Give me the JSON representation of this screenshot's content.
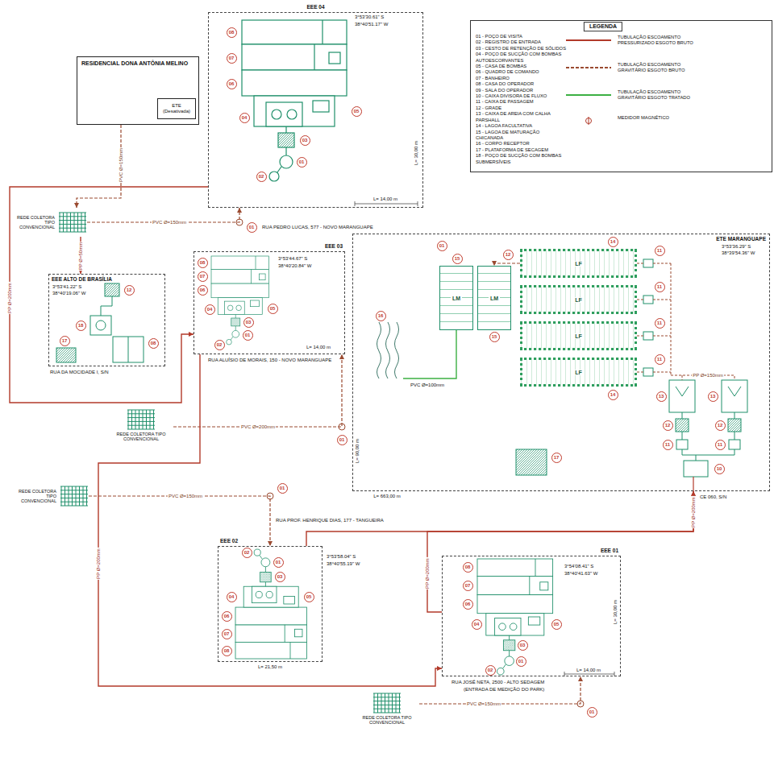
{
  "diagram": {
    "nodes": [
      {
        "text": [
          "RESIDENCIAL DONA ANTÔNIA MELINO"
        ]
      },
      {
        "text": [
          "ETE (Desativada)"
        ],
        "in": 0
      },
      {
        "text": [
          "EEE 04"
        ]
      },
      {
        "text": [
          "REDE COLETORA TIPO CONVENCIONAL"
        ]
      },
      {
        "text": [
          "EEE ALTO DE BRASÍLIA"
        ]
      },
      {
        "text": [
          "EEE 03"
        ]
      },
      {
        "text": [
          "REDE COLETORA TIPO CONVENCIONAL"
        ]
      },
      {
        "text": [
          "REDE COLETORA TIPO CONVENCIONAL"
        ]
      },
      {
        "text": [
          "ETE MARANGUAPE"
        ]
      },
      {
        "text": [
          "LF"
        ],
        "in": 8
      },
      {
        "text": [
          "LF"
        ],
        "in": 8
      },
      {
        "text": [
          "LF"
        ],
        "in": 8
      },
      {
        "text": [
          "LF"
        ],
        "in": 8
      },
      {
        "text": [
          "LM"
        ],
        "in": 8
      },
      {
        "text": [
          "LM"
        ],
        "in": 8
      },
      {
        "text": [
          "EEE 02"
        ]
      },
      {
        "text": [
          "EEE 01"
        ]
      },
      {
        "text": [
          "REDE COLETORA TIPO CONVENCIONAL"
        ]
      }
    ],
    "edges": [
      {
        "from": 0,
        "to": 3,
        "arrow": "to",
        "label": "PVC Ø=150mm"
      },
      {
        "from": 3,
        "to": 2,
        "arrow": "to",
        "label": "PVC Ø=150mm"
      },
      {
        "from": 3,
        "to": 4,
        "arrow": "to",
        "label": "PP Ø=50mm"
      },
      {
        "from": 2,
        "to": 5,
        "arrow": "to",
        "label": "PP Ø=200mm"
      },
      {
        "from": 6,
        "to": 5,
        "arrow": "to",
        "label": "PVC Ø=200mm"
      },
      {
        "from": 5,
        "to": 16,
        "arrow": "to",
        "label": "PP Ø=200mm"
      },
      {
        "from": 7,
        "to": 15,
        "arrow": "to",
        "label": "PVC Ø=150mm"
      },
      {
        "from": 15,
        "to": 8,
        "arrow": "to",
        "label": "PP Ø=200mm"
      },
      {
        "from": 16,
        "to": 8,
        "arrow": "to",
        "label": "PP Ø=200mm"
      },
      {
        "from": 17,
        "to": 16,
        "arrow": "to",
        "label": "PVC Ø=150mm"
      },
      {
        "from": 9,
        "to": 14,
        "arrow": "to"
      }
    ],
    "labels": [
      "LEGENDA",
      "08",
      "07",
      "06",
      "05",
      "04",
      "03",
      "01",
      "02",
      "3°53'30.61\" S",
      "38°40'51.17\" W",
      "L= 14,00 m",
      "L= 30,00 m",
      "01",
      "RUA PEDRO LUCAS, 577 - NOVO MARANGUAPE",
      "3°53'41.22\" S",
      "38°40'19.06\" W",
      "12",
      "18",
      "17",
      "08",
      "RUA DA MOCIDADE I, S/N",
      "08",
      "07",
      "06",
      "05",
      "04",
      "03",
      "01",
      "02",
      "3°53'44.67\" S",
      "38°40'20.84\" W",
      "L= 14,00 m",
      "RUA ALUÍSIO DE MORAIS, 150 - NOVO MARANGUAPE",
      "01",
      "3°53'36.29\" S",
      "38°39'54.36\" W",
      "13",
      "13",
      "12",
      "12",
      "11",
      "11",
      "10",
      "11",
      "11",
      "11",
      "11",
      "14",
      "14",
      "15",
      "15",
      "01",
      "12",
      "16",
      "PVC Ø=100mm",
      "17",
      "CE 060, S/N",
      "L= 663,00 m",
      "L= 90,00 m",
      "PP Ø=150mm",
      "01",
      "02",
      "03",
      "04",
      "05",
      "06",
      "07",
      "08",
      "3°53'58.04\" S",
      "38°40'55.19\" W",
      "L= 21,50 m",
      "RUA PROF. HENRIQUE DIAS, 177 - TANGUEIRA",
      "01",
      "08",
      "07",
      "06",
      "05",
      "04",
      "03",
      "01",
      "02",
      "3°54'08.41\" S",
      "38°40'41.63\" W",
      "L= 14,00 m",
      "L= 30,00 m",
      "RUA JOSÉ NETA, 2500 - ALTO SEDAGEM",
      "(ENTRADA DE MEDIÇÃO DO PARK)",
      "01"
    ],
    "legend": [
      {
        "text": "01 - POÇO DE VISITA"
      },
      {
        "text": "02 - REGISTRO DE ENTRADA"
      },
      {
        "text": "03 - CESTO DE RETENÇÃO DE SÓLIDOS"
      },
      {
        "text": "04 - POÇO DE SUCÇÃO COM BOMBAS AUTOESCORVANTES"
      },
      {
        "text": "05 - CASA DE BOMBAS"
      },
      {
        "text": "06 - QUADRO DE COMANDO"
      },
      {
        "text": "07 - BANHEIRO"
      },
      {
        "text": "08 - CASA DO OPERADOR"
      },
      {
        "text": "09 - SALA DO OPERADOR"
      },
      {
        "text": "10 - CAIXA DIVISORA DE FLUXO"
      },
      {
        "text": "11 - CAIXA DE PASSAGEM"
      },
      {
        "text": "12 - GRADE"
      },
      {
        "text": "13 - CAIXA DE AREIA COM CALHA PARSHALL"
      },
      {
        "text": "14 - LAGOA FACULTATIVA"
      },
      {
        "text": "15 - LAGOA DE MATURAÇÃO CHICANADA"
      },
      {
        "text": "16 - CORPO RECEPTOR"
      },
      {
        "text": "17 - PLATAFORMA DE SECAGEM"
      },
      {
        "text": "18 - POÇO DE SUCÇÃO COM BOMBAS SUBMERSÍVEIS"
      },
      {
        "text": "TUBULAÇÃO ESCOAMENTO PRESSURIZADO ESGOTO BRUTO",
        "color": "#b23a2a"
      },
      {
        "text": "TUBULAÇÃO ESCOAMENTO GRAVITÁRIO ESGOTO BRUTO",
        "color": "#9a4a30"
      },
      {
        "text": "TUBULAÇÃO ESCOAMENTO GRAVITÁRIO ESGOTO TRATADO",
        "color": "#3cb043"
      },
      {
        "text": "MEDIDOR MAGNÉTICO"
      }
    ]
  }
}
